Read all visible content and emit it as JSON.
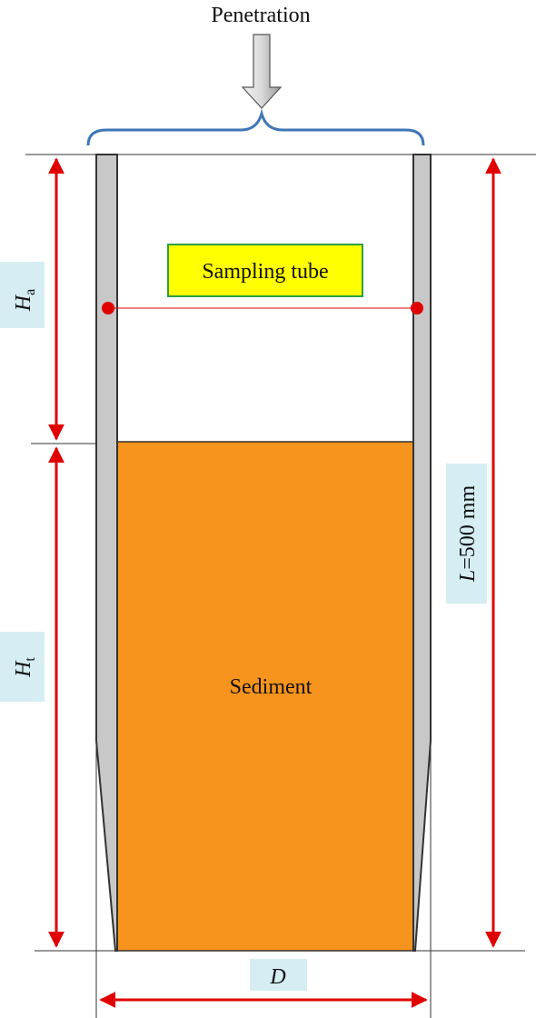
{
  "labels": {
    "penetration": "Penetration",
    "sampling_tube": "Sampling tube",
    "sediment": "Sediment",
    "ha_symbol": "H",
    "ha_subscript": "a",
    "ht_symbol": "H",
    "ht_subscript": "t",
    "length_symbol": "L",
    "length_value": "=500 mm",
    "diameter_symbol": "D"
  },
  "colors": {
    "sediment_fill": "#F7941D",
    "tube_wall": "#C8C8C8",
    "dimension_arrow": "#E00000",
    "brace": "#3F76B6",
    "label_box": "#D6EEF3",
    "sampling_box_fill": "#FFFF00",
    "sampling_box_border": "#2EA043"
  },
  "icons": {
    "penetration_arrow": "down-arrow-icon",
    "brace": "curly-brace-icon"
  }
}
